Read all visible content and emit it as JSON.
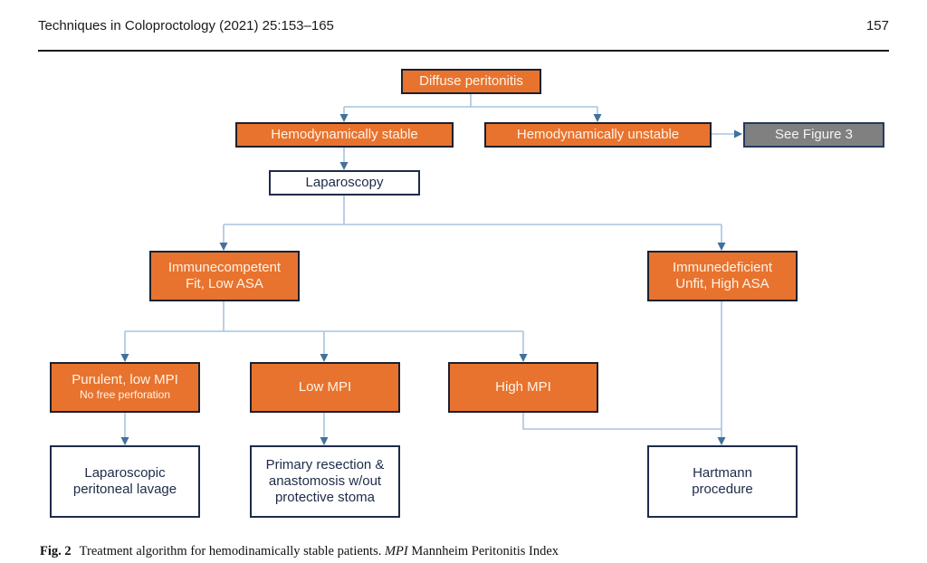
{
  "header": {
    "journal_ref": "Techniques in Coloproctology (2021) 25:153–165",
    "page_number": "157"
  },
  "flowchart": {
    "nodes": {
      "diffuse": {
        "label": "Diffuse peritonitis"
      },
      "stable": {
        "label": "Hemodynamically stable"
      },
      "unstable": {
        "label": "Hemodynamically unstable"
      },
      "see_figure": {
        "label": "See Figure 3"
      },
      "laparoscopy": {
        "label": "Laparoscopy"
      },
      "immunecompetent": {
        "label": "Immunecompetent",
        "sublabel": "Fit, Low ASA"
      },
      "immunedeficient": {
        "label": "Immunedeficient",
        "sublabel": "Unfit, High ASA"
      },
      "purulent": {
        "label": "Purulent, low MPI",
        "sublabel": "No free perforation"
      },
      "low_mpi": {
        "label": "Low MPI"
      },
      "high_mpi": {
        "label": "High MPI"
      },
      "lavage": {
        "label": "Laparoscopic peritoneal lavage"
      },
      "primary": {
        "label": "Primary resection & anastomosis w/out protective stoma"
      },
      "hartmann": {
        "label": "Hartmann procedure"
      }
    },
    "colors": {
      "orange_fill": "#E8732E",
      "orange_border": "#1B2030",
      "orange_text": "#FDF3E7",
      "gray_fill": "#808080",
      "gray_border": "#263A5E",
      "plain_border": "#1E2B49",
      "plain_text": "#1E2B49",
      "connector_line": "#A9C4DF",
      "connector_arrowhead": "#41719C"
    }
  },
  "caption": {
    "fig_label": "Fig. 2",
    "body": "Treatment algorithm for hemodinamically stable patients.",
    "abbr": "MPI",
    "abbr_expansion": "Mannheim Peritonitis Index"
  }
}
